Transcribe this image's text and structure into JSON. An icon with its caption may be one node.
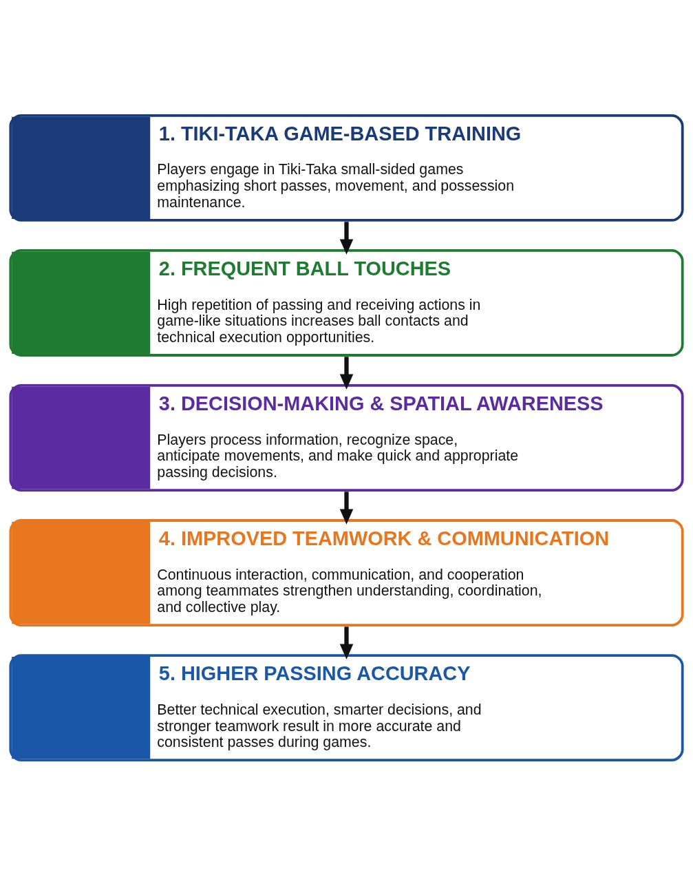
{
  "diagram": {
    "nodes": [
      {
        "text": [
          "1. TIKI-TAKA GAME-BASED TRAINING",
          "Players engage in Tiki-Taka small-sided games emphasizing short passes, movement, and possession maintenance."
        ]
      },
      {
        "text": [
          "2. FREQUENT BALL TOUCHES",
          "High repetition of passing and receiving actions in game-like situations increases ball contacts and technical execution opportunities."
        ]
      },
      {
        "text": [
          "3. DECISION-MAKING & SPATIAL AWARENESS",
          "Players process information, recognize space, anticipate movements, and make quick and appropriate passing decisions."
        ]
      },
      {
        "text": [
          "4. IMPROVED TEAMWORK & COMMUNICATION",
          "Continuous interaction, communication, and cooperation among teammates strengthen understanding, coordination, and collective play."
        ]
      },
      {
        "text": [
          "5. HIGHER PASSING ACCURACY",
          "Better technical execution, smarter decisions, and stronger teamwork result in more accurate and consistent passes during games."
        ]
      }
    ],
    "edges": [
      {
        "from": 0,
        "to": 1,
        "arrow": "to"
      },
      {
        "from": 1,
        "to": 2,
        "arrow": "to"
      },
      {
        "from": 2,
        "to": 3,
        "arrow": "to"
      },
      {
        "from": 3,
        "to": 4,
        "arrow": "to"
      }
    ]
  }
}
